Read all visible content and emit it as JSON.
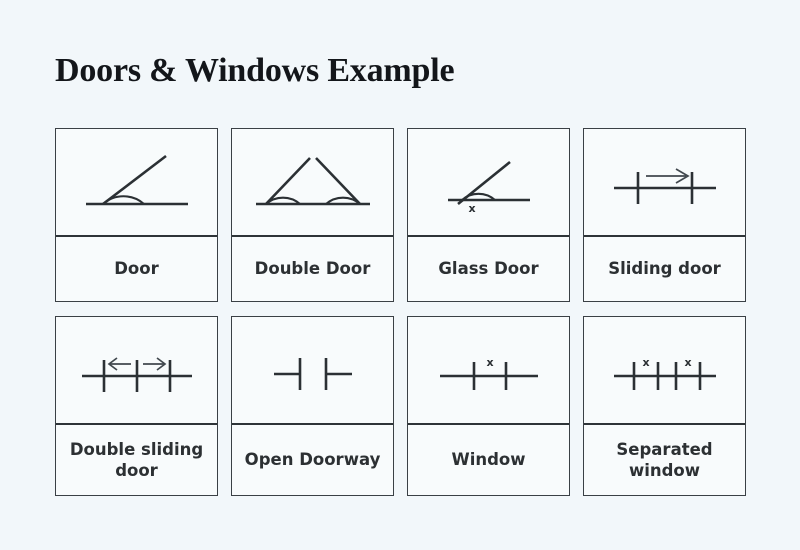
{
  "page": {
    "title": "Doors & Windows Example",
    "background_color": "#f2f7fa",
    "card_background_color": "#f8fbfc",
    "border_color": "#3a4045",
    "ink_color": "#2b3034",
    "label_color": "#2c3033"
  },
  "grid": {
    "columns": 4,
    "rows": 2,
    "cards": [
      {
        "id": "door",
        "label": "Door",
        "icon_name": "door-swing-symbol",
        "row": 1,
        "column": 1,
        "description": "Single door leaf at an angle with quarter-circle swing arc over a wall line"
      },
      {
        "id": "double-door",
        "label": "Double Door",
        "icon_name": "double-door-swing-symbol",
        "row": 1,
        "column": 2,
        "description": "Two mirrored door leaves with swing arcs meeting at the centre of a wall line"
      },
      {
        "id": "glass-door",
        "label": "Glass Door",
        "icon_name": "glass-door-symbol",
        "row": 1,
        "column": 3,
        "description": "Single door swing with an x glazing mark below the wall line",
        "mark": "x"
      },
      {
        "id": "sliding-door",
        "label": "Sliding door",
        "icon_name": "sliding-door-symbol",
        "row": 1,
        "column": 4,
        "description": "Wall line with two jamb ticks and a right-pointing slide arrow above",
        "arrows": [
          "right"
        ]
      },
      {
        "id": "double-sliding-door",
        "label": "Double sliding door",
        "icon_name": "double-sliding-door-symbol",
        "row": 2,
        "column": 1,
        "description": "Wall line with three jamb ticks and two outward slide arrows above",
        "arrows": [
          "left",
          "right"
        ]
      },
      {
        "id": "open-doorway",
        "label": "Open Doorway",
        "icon_name": "open-doorway-symbol",
        "row": 2,
        "column": 2,
        "description": "Two opposing wall stubs with jamb ticks and an open gap between them"
      },
      {
        "id": "window",
        "label": "Window",
        "icon_name": "window-symbol",
        "row": 2,
        "column": 3,
        "description": "Wall line with two jamb ticks and an x glazing mark above",
        "mark": "x"
      },
      {
        "id": "separated-window",
        "label": "Separated window",
        "icon_name": "separated-window-symbol",
        "row": 2,
        "column": 4,
        "description": "Wall line with two separate window groups, each two jamb ticks with an x above",
        "marks": [
          "x",
          "x"
        ]
      }
    ]
  }
}
